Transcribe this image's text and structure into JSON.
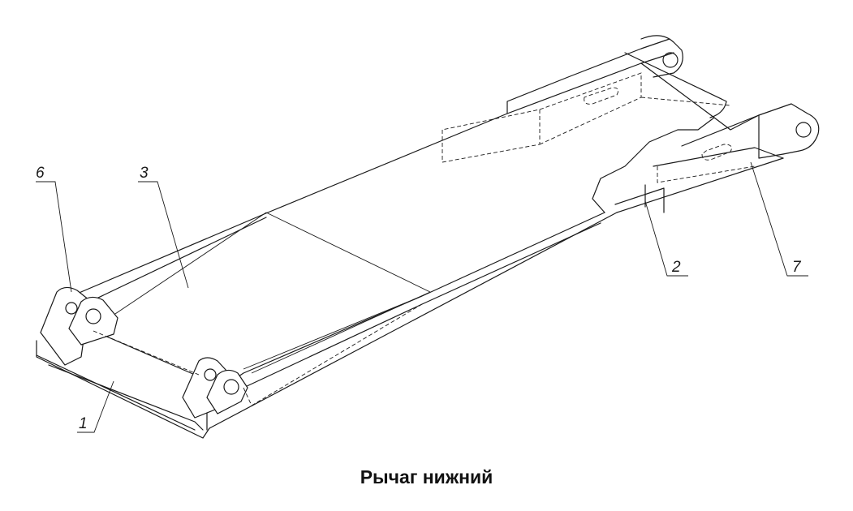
{
  "caption": "Рычаг нижний",
  "callouts": {
    "p1": "1",
    "p2": "2",
    "p3": "3",
    "p6": "6",
    "p7": "7"
  }
}
